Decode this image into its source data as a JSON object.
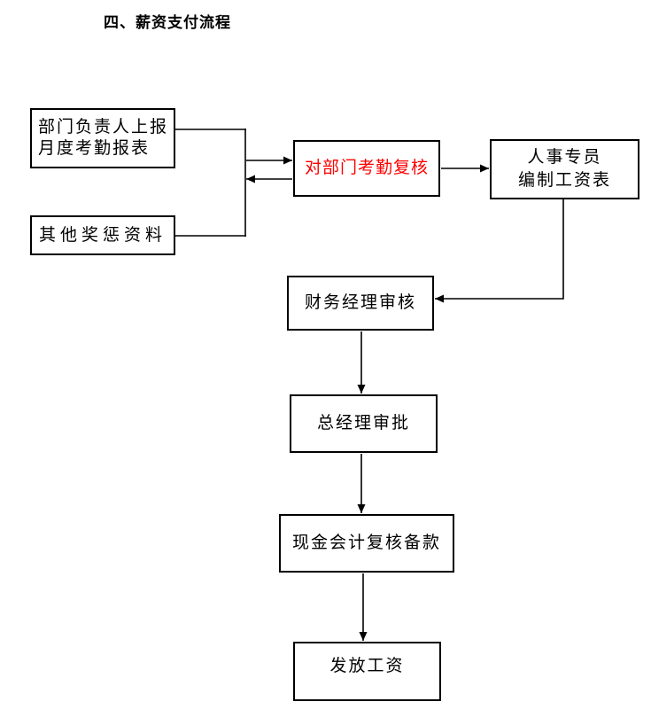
{
  "title": "四、薪资支付流程",
  "nodes": {
    "report": {
      "line1": "部门负责人上报",
      "line2": "月度考勤报表"
    },
    "other": {
      "label": "其他奖惩资料"
    },
    "review": {
      "label": "对部门考勤复核",
      "text_color": "#ff0000"
    },
    "hr": {
      "line1": "人事专员",
      "line2": "编制工资表"
    },
    "finance": {
      "label": "财务经理审核"
    },
    "gm": {
      "label": "总经理审批"
    },
    "cash": {
      "label": "现金会计复核备款"
    },
    "pay": {
      "label": "发放工资"
    }
  },
  "colors": {
    "background": "#ffffff",
    "line": "#000000",
    "box_border": "#000000",
    "text": "#000000",
    "highlight_text": "#ff0000"
  }
}
